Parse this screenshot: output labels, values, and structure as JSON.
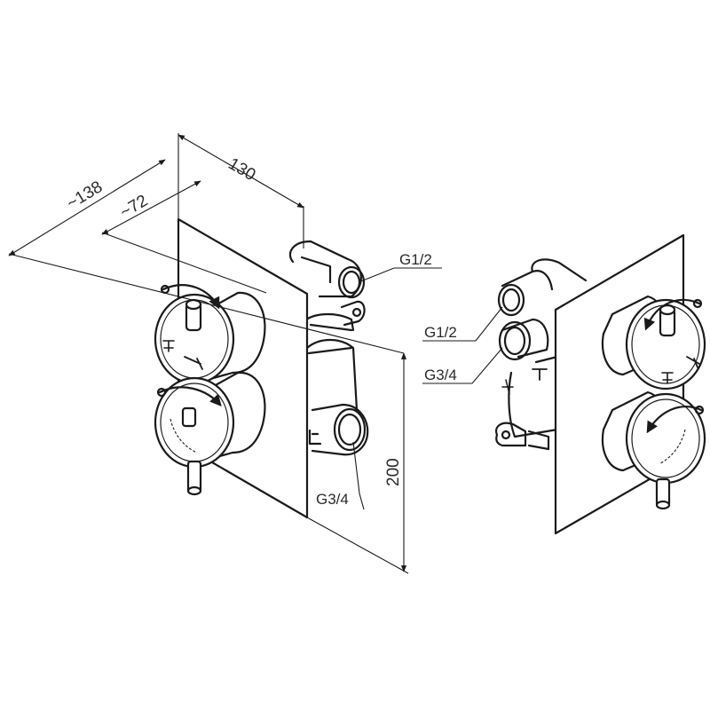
{
  "dimensions": {
    "depth_total": "~138",
    "width": "130",
    "depth_partial": "~72",
    "height": "200"
  },
  "connections": {
    "front_top": "G1/2",
    "front_bottom": "G3/4",
    "rear_top": "G1/2",
    "rear_bottom": "G3/4"
  }
}
